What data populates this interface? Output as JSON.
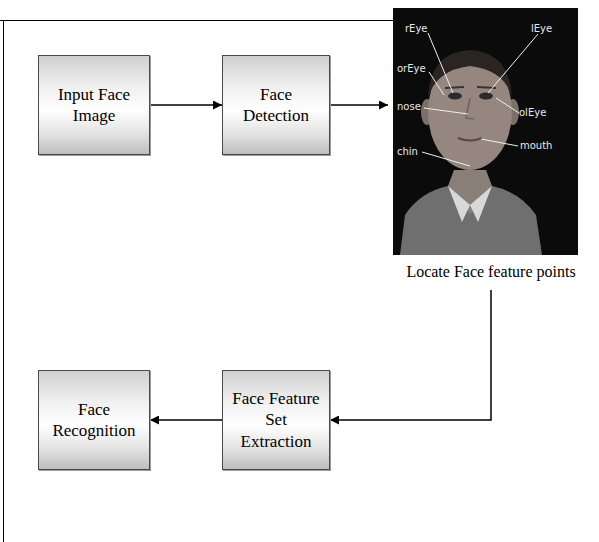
{
  "diagram": {
    "nodes": [
      {
        "text": [
          "Input Face Image"
        ]
      },
      {
        "text": [
          "Face Detection"
        ]
      },
      {
        "text": [
          "rEye",
          "lEye",
          "orEye",
          "nose",
          "olEye",
          "chin",
          "mouth",
          "Locate Face feature points"
        ]
      },
      {
        "text": [
          "Face Feature Set Extraction"
        ]
      },
      {
        "text": [
          "Face Recognition"
        ]
      }
    ],
    "edges": [
      {
        "from": 0,
        "to": 1,
        "arrow": "to"
      },
      {
        "from": 1,
        "to": 2,
        "arrow": "to"
      },
      {
        "from": 2,
        "to": 3,
        "arrow": "to"
      },
      {
        "from": 3,
        "to": 4,
        "arrow": "to"
      }
    ]
  }
}
